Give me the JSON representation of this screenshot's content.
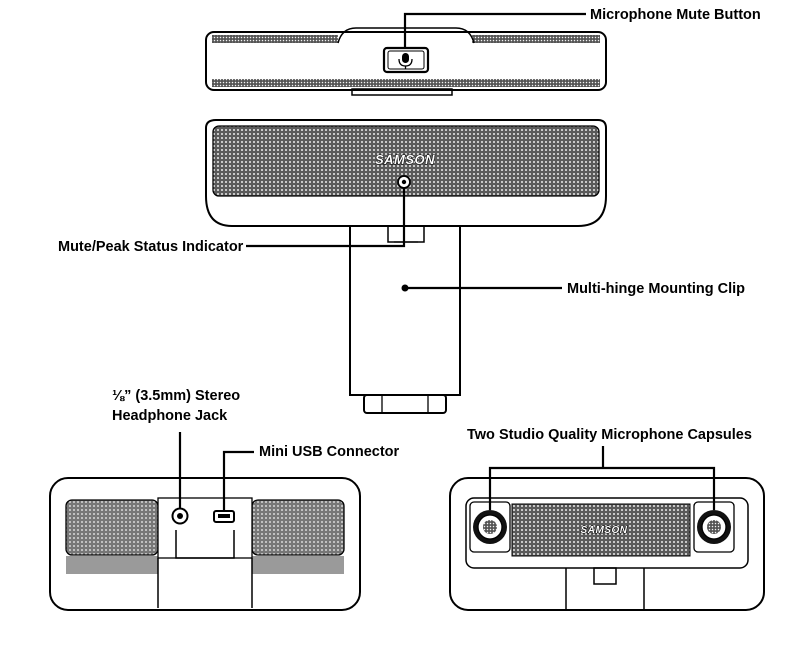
{
  "labels": {
    "mute_button": "Microphone Mute Button",
    "status_indicator": "Mute/Peak Status Indicator",
    "mounting_clip": "Multi-hinge Mounting Clip",
    "headphone_jack_line1": "⅛” (3.5mm) Stereo",
    "headphone_jack_line2": "Headphone Jack",
    "usb_connector": "Mini USB Connector",
    "capsules": "Two Studio Quality Microphone Capsules"
  },
  "brand": {
    "front": "SAMSON",
    "back": "SAMSON"
  },
  "icons": {
    "mute_button_glyph": "microphone-icon"
  }
}
